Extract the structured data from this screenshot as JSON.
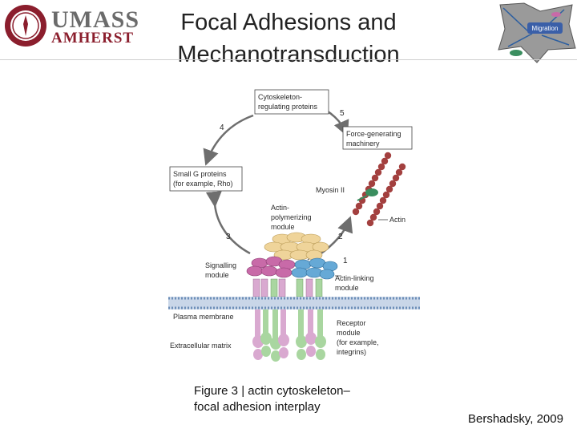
{
  "header": {
    "title_line1": "Focal Adhesions and",
    "title_line2": "Mechanotransduction",
    "logo_line1": "UMASS",
    "logo_line2": "AMHERST",
    "corner_figure_label": "Migration"
  },
  "diagram": {
    "labels": {
      "cytoskeleton_line1": "Cytoskeleton-",
      "cytoskeleton_line2": "regulating proteins",
      "force_line1": "Force-generating",
      "force_line2": "machinery",
      "myosin": "Myosin II",
      "actin": "Actin",
      "small_g_line1": "Small G proteins",
      "small_g_line2": "(for example, Rho)",
      "actin_poly_line1": "Actin-",
      "actin_poly_line2": "polymerizing",
      "actin_poly_line3": "module",
      "signalling_line1": "Signalling",
      "signalling_line2": "module",
      "actin_linking_line1": "Actin-linking",
      "actin_linking_line2": "module",
      "plasma_membrane": "Plasma membrane",
      "receptor_line1": "Receptor",
      "receptor_line2": "module",
      "receptor_line3": "(for example,",
      "receptor_line4": "integrins)",
      "extracellular": "Extracellular matrix"
    },
    "steps": [
      "1",
      "2",
      "3",
      "4",
      "5"
    ],
    "colors": {
      "cycle_arrow": "#6e6e6e",
      "actin_filament": "#a3403f",
      "myosin": "#3a8e5f",
      "actin_poly": "#efd49a",
      "signalling": "#c86aa8",
      "actin_linking": "#66a9d6",
      "receptor_green": "#a9d6a0",
      "receptor_pink": "#d9a9d0",
      "membrane": "#6d8fb8",
      "membrane_band": "#c9d6e8"
    }
  },
  "caption": {
    "line1": "Figure 3 | actin cytoskeleton–",
    "line2": "focal adhesion interplay"
  },
  "credit": "Bershadsky, 2009"
}
